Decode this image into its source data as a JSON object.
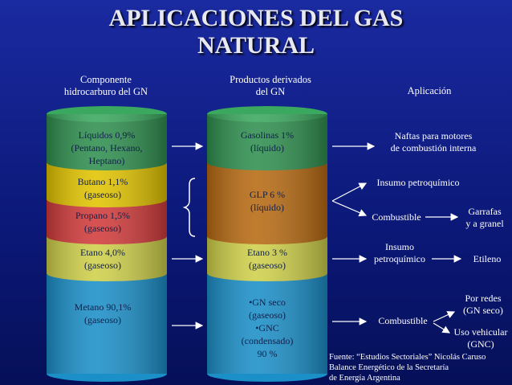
{
  "title": "APLICACIONES DEL GAS NATURAL",
  "title_line1": "APLICACIONES DEL GAS",
  "title_line2": "NATURAL",
  "headers": {
    "component": [
      "Componente",
      "hidrocarburo del GN"
    ],
    "products": [
      "Productos derivados",
      "del GN"
    ],
    "application": "Aplicación"
  },
  "left_cylinder": [
    {
      "lines": [
        "Líquidos 0,9%",
        "(Pentano, Hexano,",
        "Heptano)"
      ],
      "color": "#2f8f4f"
    },
    {
      "lines": [
        "Butano 1,1%",
        "(gaseoso)"
      ],
      "color": "#e2c400"
    },
    {
      "lines": [
        "Propano 1,5%",
        "(gaseoso)"
      ],
      "color": "#d23b3b"
    },
    {
      "lines": [
        "Etano 4,0%",
        "(gaseoso)"
      ],
      "color": "#cfd04a"
    },
    {
      "lines": [
        "Metano 90,1%",
        "(gaseoso)"
      ],
      "color": "#1b8fc8"
    }
  ],
  "right_cylinder": [
    {
      "lines": [
        "Gasolinas 1%",
        "(líquido)"
      ],
      "color": "#2f8f4f"
    },
    {
      "lines": [
        "GLP 6 %",
        "(líquido)"
      ],
      "color": "#b76a12"
    },
    {
      "lines": [
        "Etano 3 %",
        "(gaseoso)"
      ],
      "color": "#cfd04a"
    },
    {
      "lines": [
        "•GN seco",
        "(gaseoso)",
        "•GNC",
        "(condensado)",
        "90 %"
      ],
      "color": "#1b8fc8"
    }
  ],
  "applications": {
    "naftas": [
      "Naftas para motores",
      "de combustión interna"
    ],
    "insumo_petro": "Insumo petroquímico",
    "combustible_glp": "Combustible",
    "garrafas": [
      "Garrafas",
      "y a granel"
    ],
    "insumo2": [
      "Insumo",
      "petroquímico"
    ],
    "etileno": "Etileno",
    "por_redes": [
      "Por redes",
      "(GN seco)"
    ],
    "combustible_gn": "Combustible",
    "uso_vehicular": [
      "Uso vehicular",
      "(GNC)"
    ]
  },
  "source": [
    "Fuente: “Estudios Sectoriales” Nicolás Caruso",
    "Balance Energético de la Secretaría",
    "de Energía Argentina"
  ]
}
